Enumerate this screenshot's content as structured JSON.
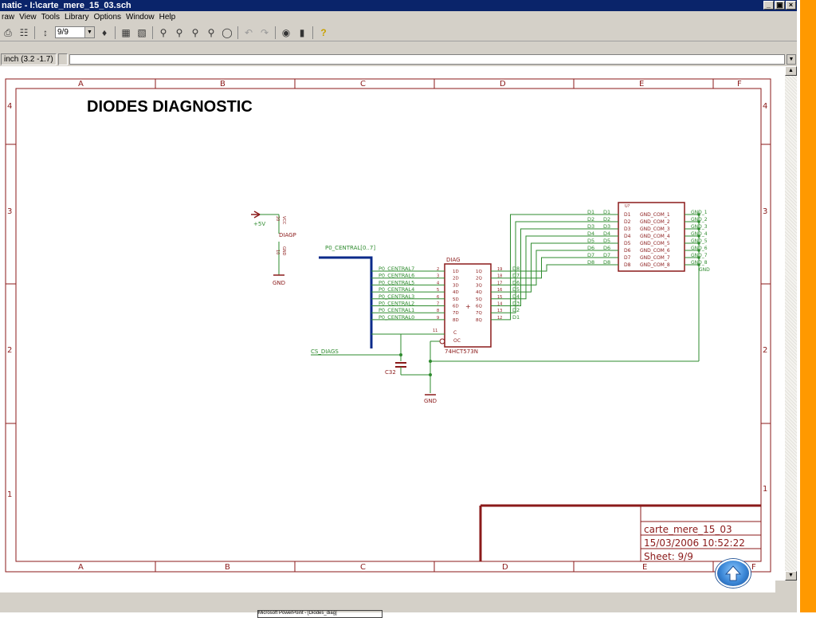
{
  "window": {
    "title": "natic - I:\\carte_mere_15_03.sch",
    "buttons": [
      "_",
      "×"
    ]
  },
  "menu": [
    "raw",
    "View",
    "Tools",
    "Library",
    "Options",
    "Window",
    "Help"
  ],
  "toolbar": {
    "sheet_value": "9/9",
    "icons": [
      "printer-icon",
      "schematic-icon",
      "hierarchy-icon",
      "sheet-select",
      "library-icon",
      "netlist-icon",
      "annotate-icon",
      "zoom-in-icon",
      "zoom-out-icon",
      "zoom-area-icon",
      "zoom-fit-icon",
      "redraw-icon",
      "undo-icon",
      "redo-icon",
      "erc-icon",
      "bom-icon",
      "help-icon"
    ]
  },
  "coordbar": {
    "position": "inch (3.2 -1.7)"
  },
  "sheet": {
    "title": "DIODES DIAGNOSTIC",
    "columns": [
      "A",
      "B",
      "C",
      "D",
      "E",
      "F"
    ],
    "rows": [
      "4",
      "3",
      "2",
      "1"
    ],
    "titleblock": {
      "filename": "carte_mere_15_03",
      "datetime": "15/03/2006 10:52:22",
      "sheet": "Sheet: 9/9"
    },
    "power": {
      "supply": "+5V",
      "vcc_label": "VCC",
      "pin20": "20",
      "ref": "DIAGP",
      "pin10": "10",
      "gnd_pin_label": "GND",
      "gnd": "GND"
    },
    "bus_label": "P0_CENTRAL[0..7]",
    "ic_latch": {
      "ref": "DIAG",
      "part": "74HCT573N",
      "inputs": [
        "P0_CENTRAL7",
        "P0_CENTRAL6",
        "P0_CENTRAL5",
        "P0_CENTRAL4",
        "P0_CENTRAL3",
        "P0_CENTRAL2",
        "P0_CENTRAL1",
        "P0_CENTRAL0"
      ],
      "in_pins": [
        "2",
        "3",
        "4",
        "5",
        "6",
        "7",
        "8",
        "9"
      ],
      "in_names": [
        "1D",
        "2D",
        "3D",
        "4D",
        "5D",
        "6D",
        "7D",
        "8D"
      ],
      "out_names": [
        "1Q",
        "2Q",
        "3Q",
        "4Q",
        "5Q",
        "6Q",
        "7Q",
        "8Q"
      ],
      "out_pins": [
        "19",
        "18",
        "17",
        "16",
        "15",
        "14",
        "13",
        "12"
      ],
      "outputs": [
        "D8",
        "D7",
        "D6",
        "D5",
        "D4",
        "D3",
        "D2",
        "D1"
      ],
      "c_pin": "11",
      "c_label": "C",
      "oc_label": "OC"
    },
    "cs_label": "CS_DIAGS",
    "cap_ref": "C32",
    "gnd_bottom": "GND",
    "connector": {
      "ref": "U?",
      "net_left": [
        "D1",
        "D2",
        "D3",
        "D4",
        "D5",
        "D6",
        "D7",
        "D8"
      ],
      "pins_left": [
        "D1",
        "D2",
        "D3",
        "D4",
        "D5",
        "D6",
        "D7",
        "D8"
      ],
      "pins_right": [
        "GND_COM_1",
        "GND_COM_2",
        "GND_COM_3",
        "GND_COM_4",
        "GND_COM_5",
        "GND_COM_6",
        "GND_COM_7",
        "GND_COM_8"
      ],
      "net_right": [
        "GND_1",
        "GND_2",
        "GND_3",
        "GND_4",
        "GND_5",
        "GND_6",
        "GND_7",
        "GND_8"
      ],
      "gnd": "GND"
    }
  },
  "statusbar": {
    "text": "Microsoft PowerPoint - [Diodes_diag]"
  },
  "colors": {
    "frame": "#8b1a1a",
    "wire": "#2e8b2e",
    "bus": "#0a2a8a",
    "titlebar": "#0a246a",
    "accent": "#ff9900"
  }
}
